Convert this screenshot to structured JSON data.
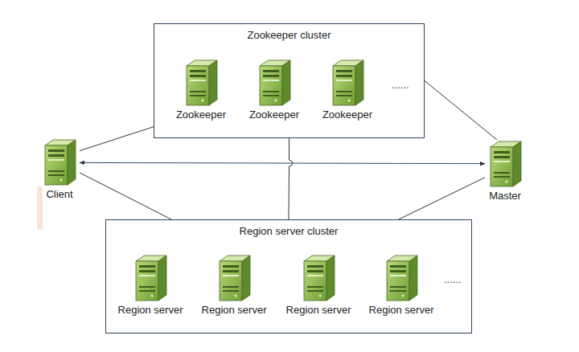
{
  "diagram": {
    "nodes": [
      {
        "text": [
          "Zookeeper cluster"
        ]
      },
      {
        "text": [
          "Zookeeper"
        ],
        "in": 0
      },
      {
        "text": [
          "Zookeeper"
        ],
        "in": 0
      },
      {
        "text": [
          "Zookeeper"
        ],
        "in": 0
      },
      {
        "text": [
          "Client"
        ]
      },
      {
        "text": [
          "Master"
        ]
      },
      {
        "text": [
          "Region server cluster"
        ]
      },
      {
        "text": [
          "Region server"
        ],
        "in": 6
      },
      {
        "text": [
          "Region server"
        ],
        "in": 6
      },
      {
        "text": [
          "Region server"
        ],
        "in": 6
      },
      {
        "text": [
          "Region server"
        ],
        "in": 6
      }
    ],
    "edges": [
      {
        "from": 4,
        "to": 0,
        "arrow": "none"
      },
      {
        "from": 4,
        "to": 5,
        "arrow": "both"
      },
      {
        "from": 4,
        "to": 6,
        "arrow": "none"
      },
      {
        "from": 0,
        "to": 6,
        "arrow": "none"
      },
      {
        "from": 0,
        "to": 5,
        "arrow": "none"
      },
      {
        "from": 5,
        "to": 6,
        "arrow": "none"
      }
    ],
    "labels": [
      "......",
      "......"
    ]
  }
}
